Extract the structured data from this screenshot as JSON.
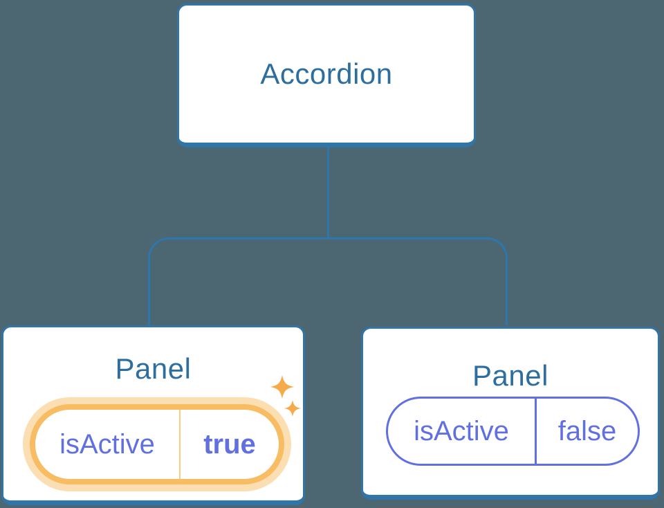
{
  "diagram": {
    "root": {
      "label": "Accordion"
    },
    "children": [
      {
        "label": "Panel",
        "prop": {
          "name": "isActive",
          "value": "true"
        },
        "highlighted": true,
        "icon": "sparkles-icon"
      },
      {
        "label": "Panel",
        "prop": {
          "name": "isActive",
          "value": "false"
        },
        "highlighted": false
      }
    ]
  },
  "colors": {
    "background": "#4C6772",
    "connector": "#2E76AC",
    "node_border": "#3174A8",
    "node_title": "#2D6E9E",
    "prop_text": "#6170E0",
    "highlight_border": "#F8BC63",
    "highlight_halo": "#FBDFB2",
    "highlight_divider": "#FACB80",
    "sparkle": "#F5AB4B"
  }
}
